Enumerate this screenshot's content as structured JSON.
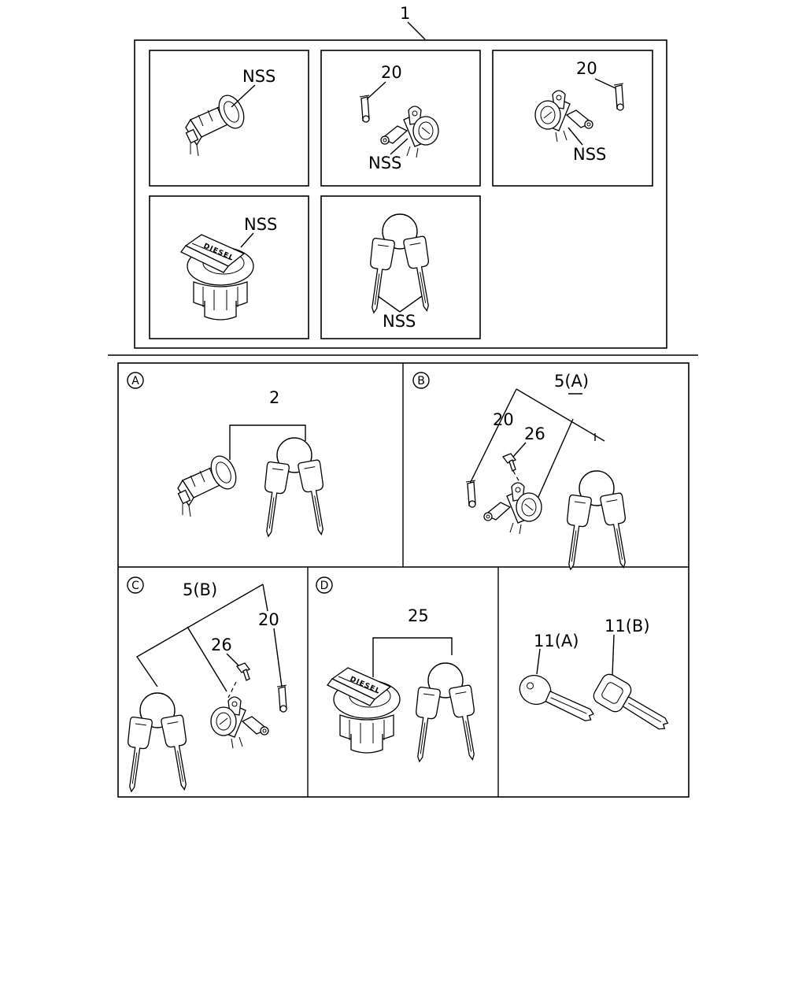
{
  "labels": {
    "top_number": "1",
    "nss": "NSS",
    "clip_20": "20",
    "bolt_26": "26",
    "item_2": "2",
    "item_5a": "5(A)",
    "item_5b": "5(B)",
    "item_25": "25",
    "item_11a": "11(A)",
    "item_11b": "11(B)"
  },
  "callouts": {
    "a": "A",
    "b": "B",
    "c": "C",
    "d": "D"
  },
  "fuel_cap_text": "DIESEL",
  "colors": {
    "line": "#000000",
    "background": "#ffffff"
  }
}
